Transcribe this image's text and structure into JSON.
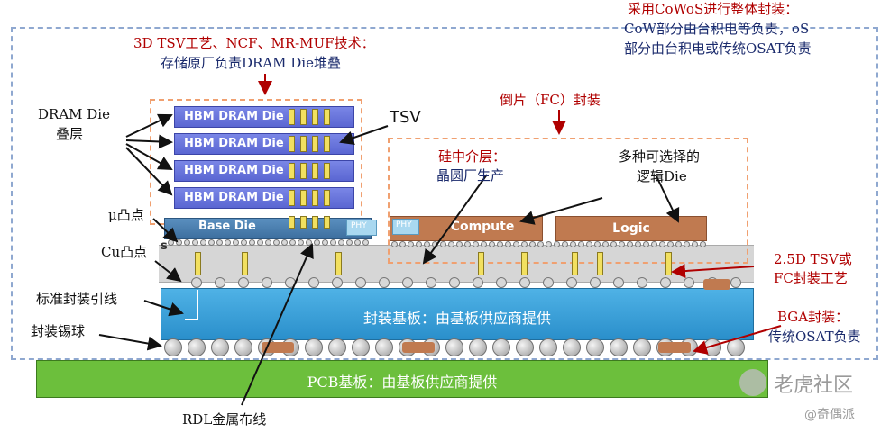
{
  "labels": {
    "dram_stack": [
      "DRAM Die",
      "叠层"
    ],
    "ubump": "μ凸点",
    "cu_bump": "Cu凸点",
    "std_lead": "标准封装引线",
    "solder_ball": "封装锡球",
    "rdl": "RDL金属布线",
    "tsv": "TSV",
    "tsv_process": [
      "3D TSV工艺、NCF、MR-MUF技术：",
      "存储原厂负责DRAM Die堆叠"
    ],
    "cowos": [
      "采用CoWoS进行整体封装：",
      "CoW部分由台积电等负责，oS",
      "部分由台积电或传统OSAT负责"
    ],
    "flipchip": "倒片（FC）封装",
    "interposer": [
      "硅中介层：",
      "晶圆厂生产"
    ],
    "logic_options": [
      "多种可选择的",
      "逻辑Die"
    ],
    "tsv25": [
      "2.5D TSV或",
      "FC封装工艺"
    ],
    "bga": [
      "BGA封装：",
      "传统OSAT负责"
    ],
    "s_mark": "s"
  },
  "blocks": {
    "hbm_dies": [
      "HBM DRAM Die",
      "HBM DRAM Die",
      "HBM DRAM Die",
      "HBM DRAM Die"
    ],
    "base_die": "Base Die",
    "phy_left": "PHY",
    "phy_mid": "PHY",
    "compute": "Compute",
    "logic": "Logic",
    "substrate": "封装基板：由基板供应商提供",
    "pcb": "PCB基板：由基板供应商提供"
  },
  "watermark": {
    "main": "老虎社区",
    "sub": "@奇偶派"
  },
  "colors": {
    "hbm_blue": "#6a76dc",
    "die_brown": "#c07a50",
    "substrate_blue": "#3aa0d8",
    "pcb_green": "#6cbf3c",
    "annotation_red": "#b00000",
    "interposer_gray": "#d6d6d6"
  }
}
